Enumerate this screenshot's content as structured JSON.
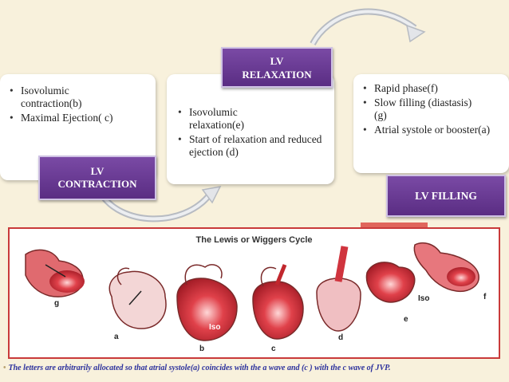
{
  "stages": {
    "contraction": {
      "tag": "LV CONTRACTION",
      "items": [
        "Isovolumic contraction(b)",
        "Maximal Ejection( c)"
      ]
    },
    "relaxation": {
      "tag": "LV RELAXATION",
      "items": [
        "Isovolumic relaxation(e)",
        "Start of relaxation and reduced ejection (d)"
      ]
    },
    "filling": {
      "tag": "LV FILLING",
      "items": [
        "Rapid phase(f)",
        "Slow filling (diastasis)(g)",
        "Atrial systole or booster(a)"
      ]
    }
  },
  "figure": {
    "title": "The Lewis or Wiggers Cycle",
    "labels": [
      "g",
      "a",
      "b",
      "Iso",
      "c",
      "d",
      "e",
      "Iso",
      "f"
    ]
  },
  "footnote": "The letters are arbitrarily allocated so that atrial systole(a) coincides with the a wave and (c ) with the c wave of JVP.",
  "colors": {
    "background": "#f8f1dc",
    "tag_purple": "#5a2d83",
    "panel_border": "#c93a3a",
    "heart_red": "#c1272d",
    "footnote_text": "#2a2f9c"
  }
}
